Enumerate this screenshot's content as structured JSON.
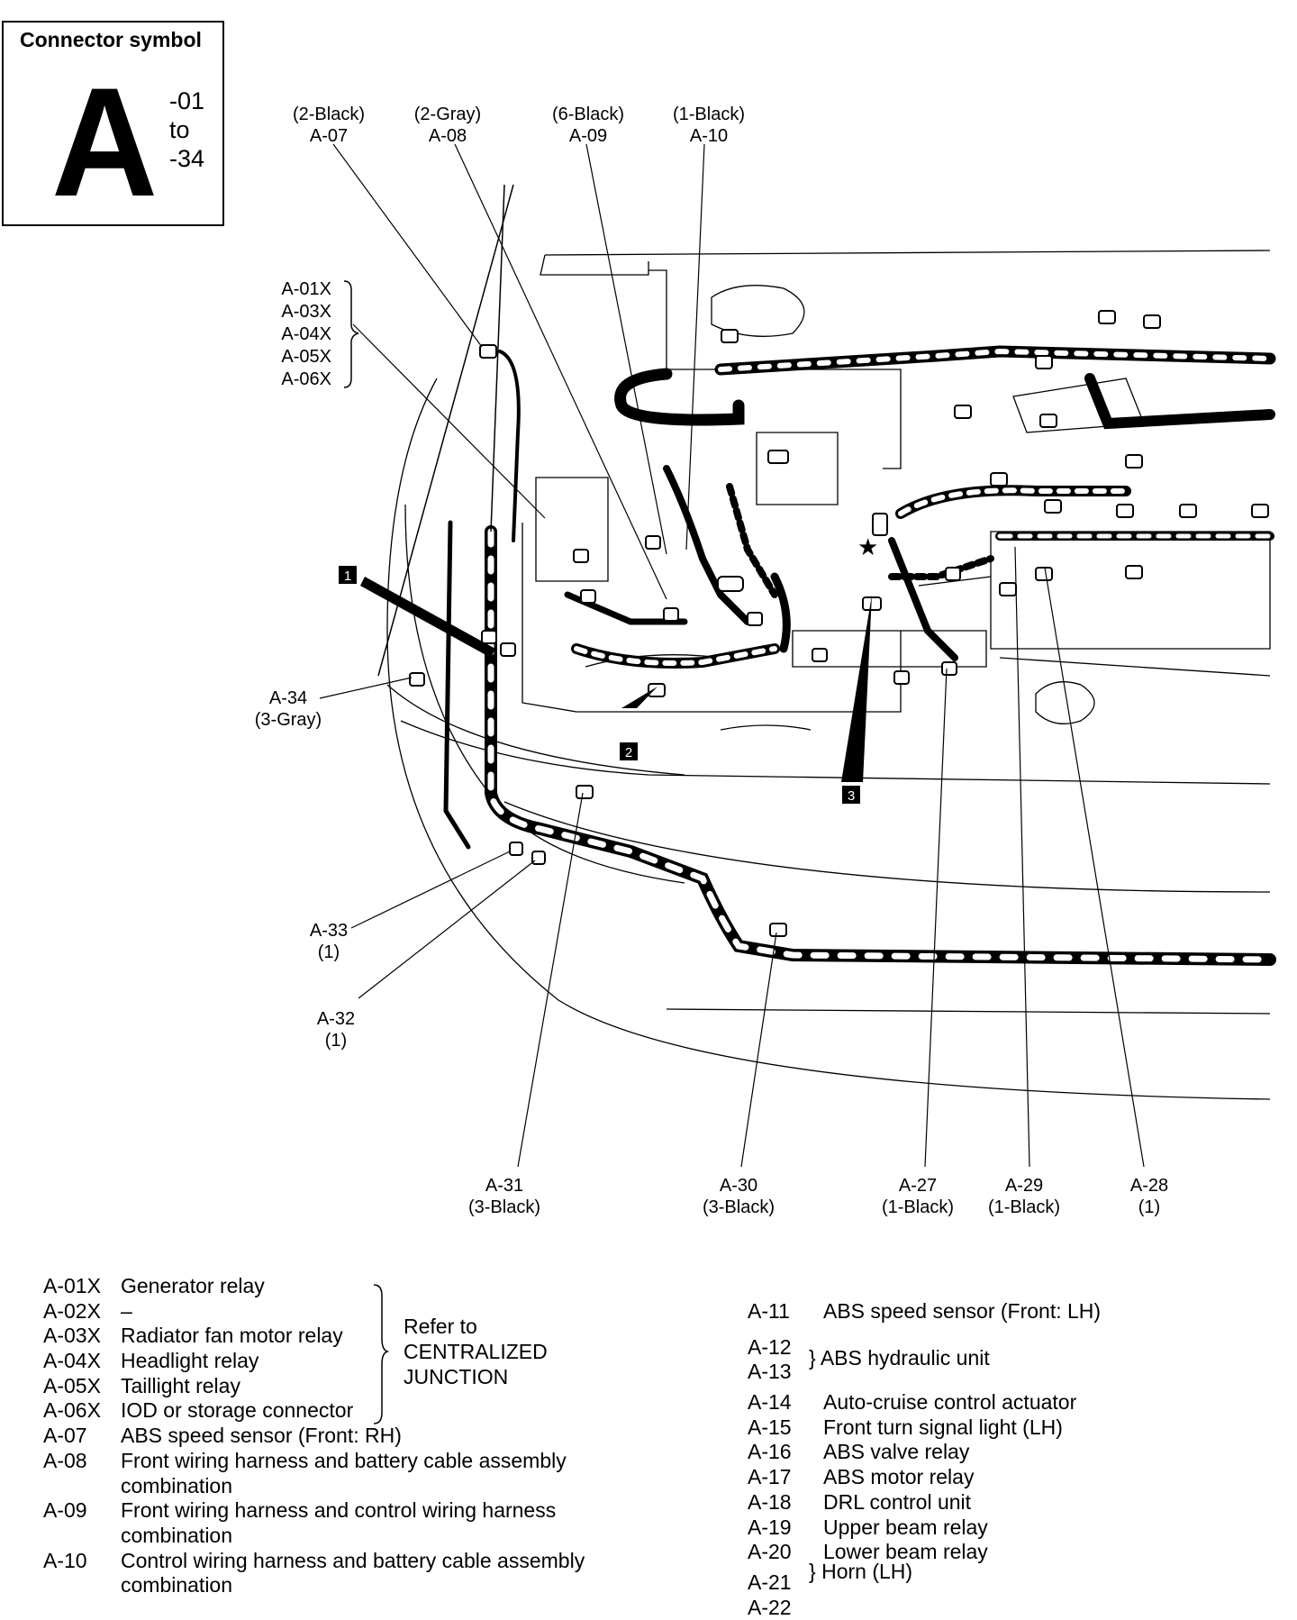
{
  "symbol": {
    "title": "Connector symbol",
    "letter": "A",
    "range_from": "-01",
    "range_to_word": "to",
    "range_to": "-34"
  },
  "callouts": {
    "a07": {
      "color": "(2-Black)",
      "code": "A-07"
    },
    "a08": {
      "color": "(2-Gray)",
      "code": "A-08"
    },
    "a09": {
      "color": "(6-Black)",
      "code": "A-09"
    },
    "a10": {
      "color": "(1-Black)",
      "code": "A-10"
    },
    "x_list": [
      "A-01X",
      "A-03X",
      "A-04X",
      "A-05X",
      "A-06X"
    ],
    "a34": {
      "code": "A-34",
      "color": "(3-Gray)"
    },
    "a33": {
      "code": "A-33",
      "color": "(1)"
    },
    "a32": {
      "code": "A-32",
      "color": "(1)"
    },
    "a31": {
      "code": "A-31",
      "color": "(3-Black)"
    },
    "a30": {
      "code": "A-30",
      "color": "(3-Black)"
    },
    "a27": {
      "code": "A-27",
      "color": "(1-Black)"
    },
    "a29": {
      "code": "A-29",
      "color": "(1-Black)"
    },
    "a28": {
      "code": "A-28",
      "color": "(1)"
    },
    "badges": [
      "1",
      "2",
      "3"
    ]
  },
  "legend_left": [
    {
      "code": "A-01X",
      "desc": "Generator relay"
    },
    {
      "code": "A-02X",
      "desc": "–"
    },
    {
      "code": "A-03X",
      "desc": "Radiator fan motor relay"
    },
    {
      "code": "A-04X",
      "desc": "Headlight relay"
    },
    {
      "code": "A-05X",
      "desc": "Taillight relay"
    },
    {
      "code": "A-06X",
      "desc": "IOD or storage connector"
    },
    {
      "code": "A-07",
      "desc": "ABS speed sensor (Front: RH)"
    },
    {
      "code": "A-08",
      "desc": "Front wiring harness and battery cable assembly"
    },
    {
      "code": "",
      "desc": "combination"
    },
    {
      "code": "A-09",
      "desc": "Front wiring harness and control wiring harness"
    },
    {
      "code": "",
      "desc": "combination"
    },
    {
      "code": "A-10",
      "desc": "Control wiring harness and battery cable assembly"
    },
    {
      "code": "",
      "desc": "combination"
    }
  ],
  "refer_note": [
    "Refer to",
    "CENTRALIZED",
    "JUNCTION"
  ],
  "legend_right": [
    {
      "code": "A-11",
      "desc": "ABS speed sensor (Front: LH)"
    },
    {
      "code": "A-12",
      "desc": ""
    },
    {
      "code": "A-13",
      "desc": ""
    },
    {
      "code": "A-14",
      "desc": "Auto-cruise control actuator"
    },
    {
      "code": "A-15",
      "desc": "Front turn signal light (LH)"
    },
    {
      "code": "A-16",
      "desc": "ABS valve relay"
    },
    {
      "code": "A-17",
      "desc": "ABS motor relay"
    },
    {
      "code": "A-18",
      "desc": "DRL control unit"
    },
    {
      "code": "A-19",
      "desc": "Upper beam relay"
    },
    {
      "code": "A-20",
      "desc": "Lower beam relay"
    },
    {
      "code": "A-21",
      "desc": ""
    },
    {
      "code": "A-22",
      "desc": ""
    }
  ],
  "abs_hydraulic": "ABS hydraulic unit",
  "horn": "Horn (LH)"
}
